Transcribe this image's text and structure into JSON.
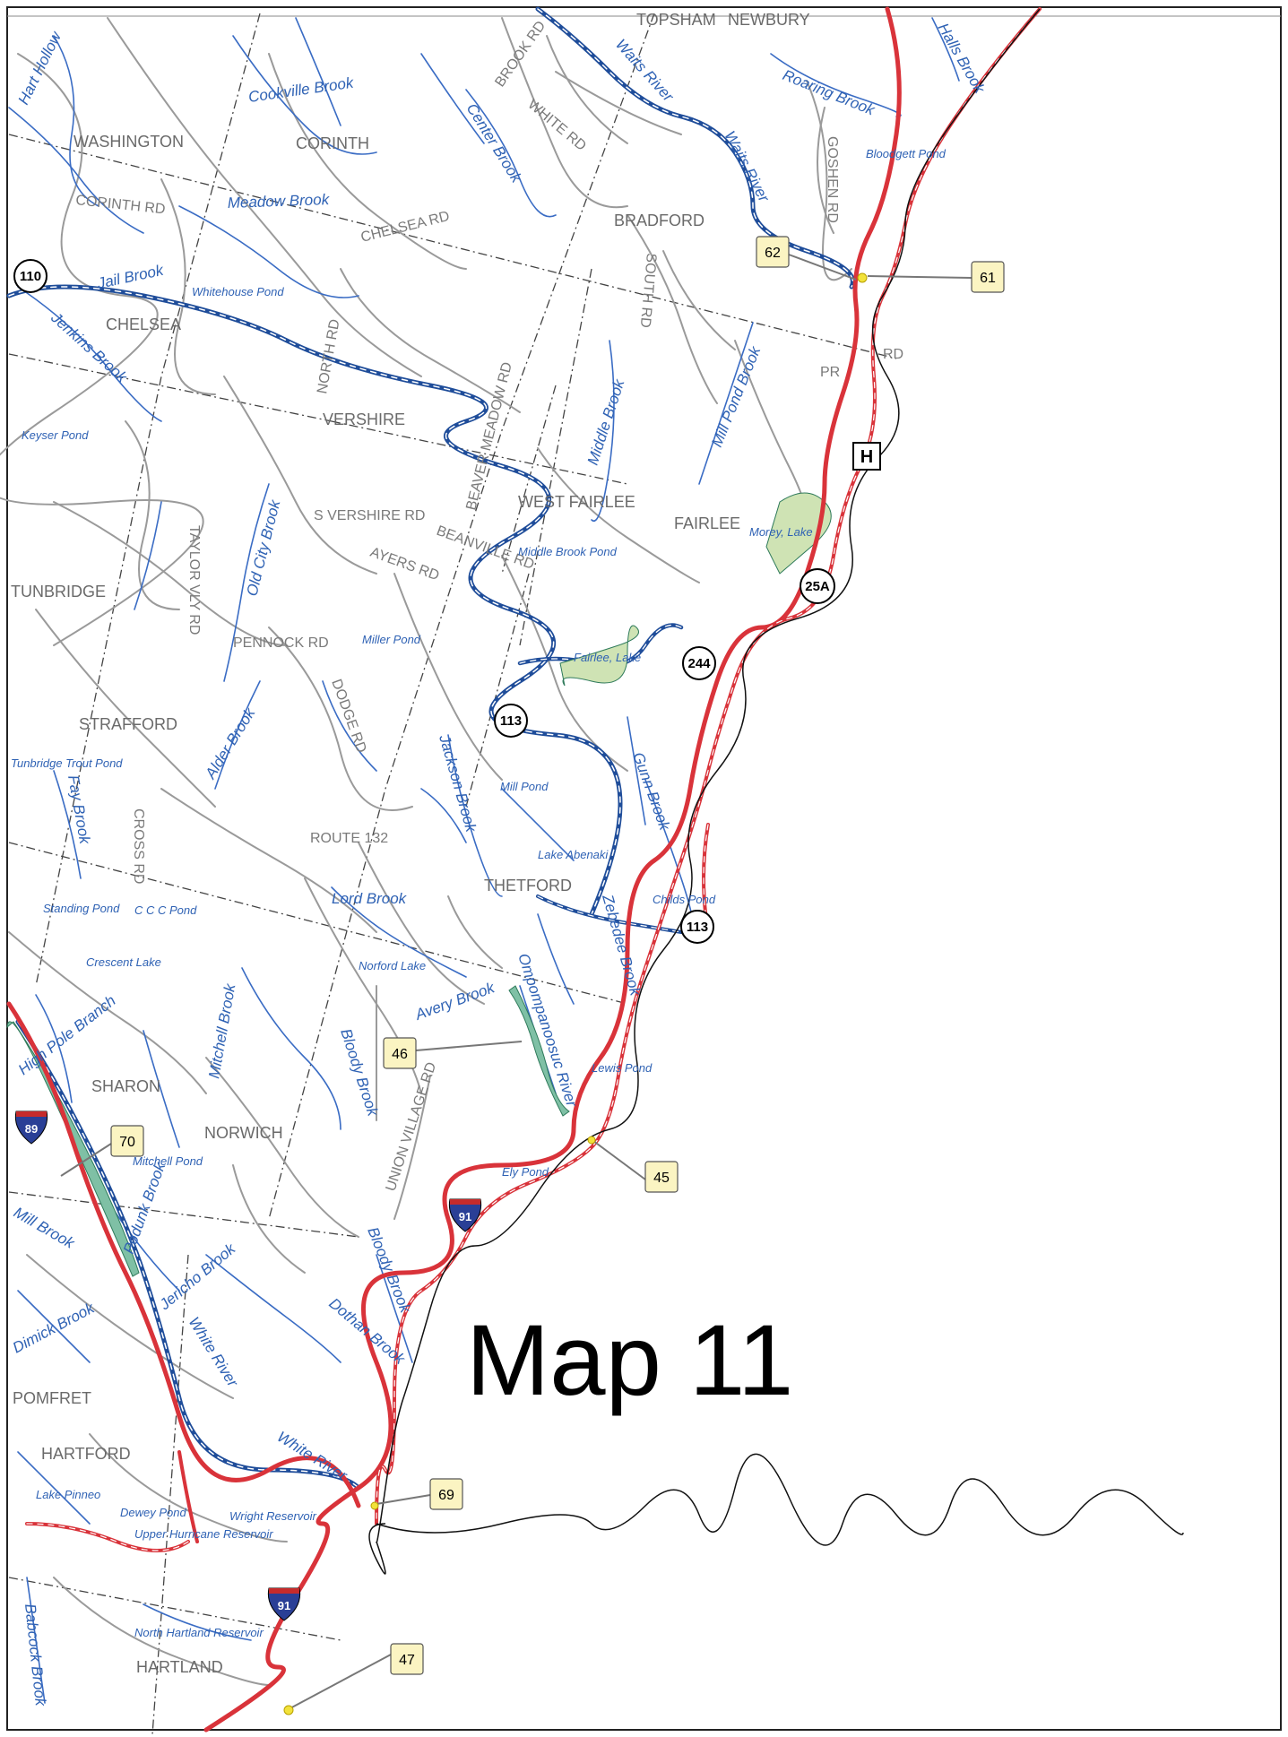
{
  "map_title": "Map 11",
  "towns": {
    "topsham": "TOPSHAM",
    "newbury": "NEWBURY",
    "washington": "WASHINGTON",
    "corinth": "CORINTH",
    "bradford": "BRADFORD",
    "chelsea": "CHELSEA",
    "vershire": "VERSHIRE",
    "west_fairlee": "WEST FAIRLEE",
    "fairlee": "FAIRLEE",
    "tunbridge": "TUNBRIDGE",
    "strafford": "STRAFFORD",
    "thetford": "THETFORD",
    "sharon": "SHARON",
    "norwich": "NORWICH",
    "pomfret": "POMFRET",
    "hartford": "HARTFORD",
    "hartland": "HARTLAND"
  },
  "roads": {
    "brook_rd": "BROOK RD",
    "white_rd": "WHITE RD",
    "corinth_rd": "CORINTH RD",
    "chelsea_rd": "CHELSEA RD",
    "goshen_rd": "GOSHEN RD",
    "south_rd": "SOUTH RD",
    "north_rd": "NORTH RD",
    "beaver_meadow_rd": "BEAVER MEADOW RD",
    "s_vershire_rd": "S VERSHIRE RD",
    "beanville_rd": "BEANVILLE RD",
    "ayers_rd": "AYERS RD",
    "taylor_vly_rd": "TAYLOR VLY RD",
    "pennock_rd": "PENNOCK RD",
    "dodge_rd": "DODGE RD",
    "route_132": "ROUTE 132",
    "cross_rd": "CROSS RD",
    "union_village_rd": "UNION VILLAGE RD",
    "pr_rd": "PR",
    "rd": "RD"
  },
  "waters": {
    "hart_hollow": "Hart Hollow",
    "cookville_brook": "Cookville Brook",
    "waits_river": "Waits River",
    "waits_river_2": "Waits River",
    "center_brook": "Center Brook",
    "roaring_brook": "Roaring Brook",
    "halls_brook": "Halls Brook",
    "meadow_brook": "Meadow Brook",
    "jail_brook": "Jail Brook",
    "jenkins_brook": "Jenkins Brook",
    "middle_brook": "Middle Brook",
    "mill_pond_brook": "Mill Pond Brook",
    "old_city_brook": "Old City Brook",
    "alder_brook": "Alder Brook",
    "jackson_brook": "Jackson Brook",
    "gunn_brook": "Gunn Brook",
    "fay_brook": "Fay Brook",
    "lord_brook": "Lord Brook",
    "zebedee_brook": "Zebedee Brook",
    "avery_brook": "Avery Brook",
    "ompompanoosuc_river": "Ompompanoosuc River",
    "high_pole_branch": "High Pole Branch",
    "mitchell_brook": "Mitchell Brook",
    "bloody_brook": "Bloody Brook",
    "mill_brook": "Mill Brook",
    "podunk_brook": "Podunk Brook",
    "jericho_brook": "Jericho Brook",
    "dimick_brook": "Dimick Brook",
    "white_river": "White River",
    "white_river_2": "White River",
    "dothan_brook": "Dothan Brook",
    "bloody_brook_2": "Bloody Brook",
    "babcock_brook": "Babcock Brook"
  },
  "ponds": {
    "bloodgett_pond": "Bloodgett Pond",
    "whitehouse_pond": "Whitehouse Pond",
    "keyser_pond": "Keyser Pond",
    "middle_brook_pond": "Middle Brook Pond",
    "morey_lake": "Morey, Lake",
    "fairlee_lake": "Fairlee, Lake",
    "miller_pond": "Miller Pond",
    "tunbridge_trout_pond": "Tunbridge Trout Pond",
    "mill_pond": "Mill Pond",
    "lake_abenaki": "Lake Abenaki",
    "childs_pond": "Childs Pond",
    "standing_pond": "Standing Pond",
    "c_c_c_pond": "C C C Pond",
    "crescent_lake": "Crescent Lake",
    "norford_lake": "Norford Lake",
    "lewis_pond": "Lewis Pond",
    "mitchell_pond": "Mitchell Pond",
    "ely_pond": "Ely Pond",
    "lake_pinneo": "Lake Pinneo",
    "dewey_pond": "Dewey Pond",
    "upper_hurricane_reservoir": "Upper Hurricane Reservoir",
    "wright_reservoir": "Wright Reservoir",
    "north_hartland_reservoir": "North Hartland Reservoir"
  },
  "route_shields": {
    "r110": "110",
    "r25a": "25A",
    "r244": "244",
    "r113_north": "113",
    "r113_south": "113"
  },
  "interstates": {
    "i89": "89",
    "i91_north": "91",
    "i91_south": "91"
  },
  "callouts": {
    "c61": "61",
    "c62": "62",
    "c45": "45",
    "c46": "46",
    "c47": "47",
    "c69": "69",
    "c70": "70"
  },
  "hospital_symbol": "H",
  "colors": {
    "river_blue": "#2e5aa8",
    "stream_blue": "#3a6cc4",
    "road_gray": "#9a9a9a",
    "highway_red": "#d9333a",
    "callout_fill": "#fbf4c2",
    "lake_green": "#cfe3b4"
  }
}
